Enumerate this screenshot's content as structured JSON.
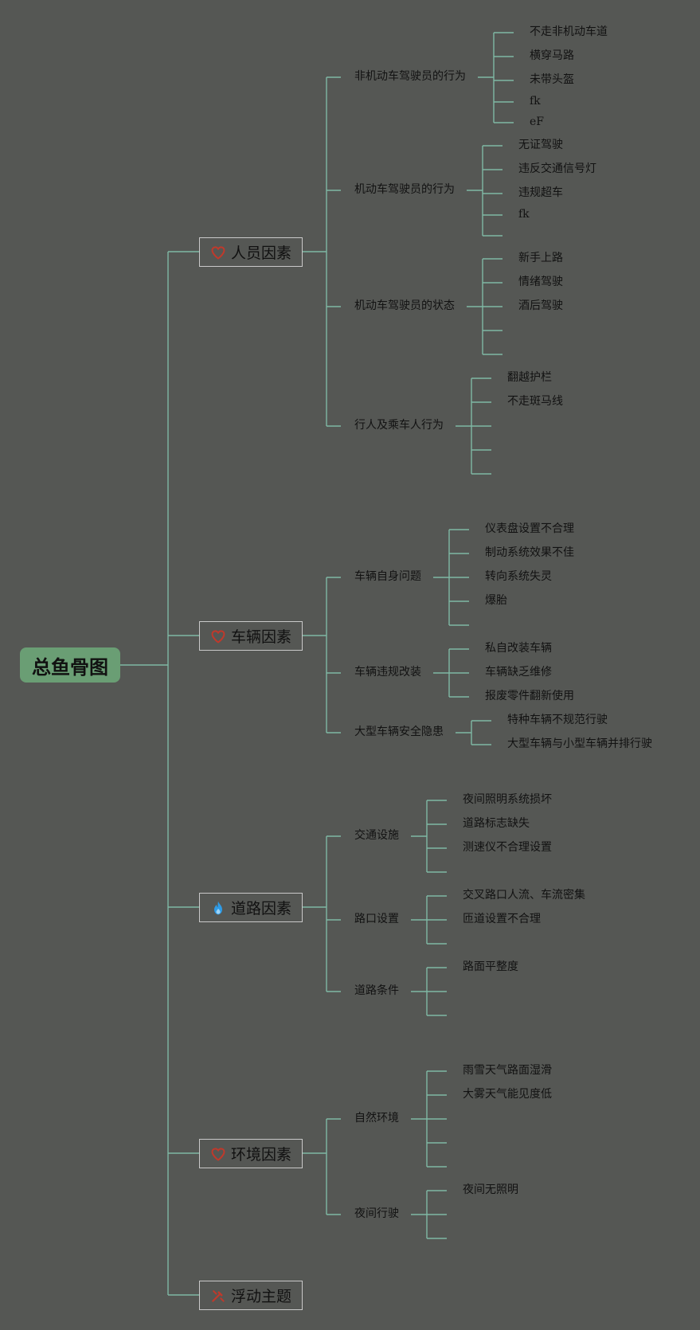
{
  "diagram": {
    "root": "总鱼骨图",
    "categories": [
      {
        "label": "人员因素",
        "icon": "heart-icon",
        "subs": [
          {
            "label": "非机动车驾驶员的行为",
            "leaves": [
              "不走非机动车道",
              "横穿马路",
              "未带头盔",
              "fk",
              "eF"
            ]
          },
          {
            "label": "机动车驾驶员的行为",
            "leaves": [
              "无证驾驶",
              "违反交通信号灯",
              "违规超车",
              "fk",
              ""
            ]
          },
          {
            "label": "机动车驾驶员的状态",
            "leaves": [
              "新手上路",
              "情绪驾驶",
              "酒后驾驶",
              "",
              ""
            ]
          },
          {
            "label": "行人及乘车人行为",
            "leaves": [
              "翻越护栏",
              "不走斑马线",
              "",
              "",
              ""
            ]
          }
        ]
      },
      {
        "label": "车辆因素",
        "icon": "heart-icon",
        "subs": [
          {
            "label": "车辆自身问题",
            "leaves": [
              "仪表盘设置不合理",
              "制动系统效果不佳",
              "转向系统失灵",
              "爆胎",
              ""
            ]
          },
          {
            "label": "车辆违规改装",
            "leaves": [
              "私自改装车辆",
              "车辆缺乏维修",
              "报废零件翻新使用"
            ]
          },
          {
            "label": "大型车辆安全隐患",
            "leaves": [
              "特种车辆不规范行驶",
              "大型车辆与小型车辆并排行驶"
            ]
          }
        ]
      },
      {
        "label": "道路因素",
        "icon": "flame-icon",
        "subs": [
          {
            "label": "交通设施",
            "leaves": [
              "夜间照明系统损坏",
              "道路标志缺失",
              "测速仪不合理设置",
              ""
            ]
          },
          {
            "label": "路口设置",
            "leaves": [
              "交叉路口人流、车流密集",
              "匝道设置不合理",
              ""
            ]
          },
          {
            "label": "道路条件",
            "leaves": [
              "路面平整度",
              "",
              ""
            ]
          }
        ]
      },
      {
        "label": "环境因素",
        "icon": "heart-icon",
        "subs": [
          {
            "label": "自然环境",
            "leaves": [
              "雨雪天气路面湿滑",
              "大雾天气能见度低",
              "",
              "",
              ""
            ]
          },
          {
            "label": "夜间行驶",
            "leaves": [
              "夜间无照明",
              "",
              ""
            ]
          }
        ]
      },
      {
        "label": "浮动主题",
        "icon": "tools-icon",
        "subs": []
      }
    ]
  },
  "colors": {
    "background": "#555754",
    "connector": "#7fb8a4",
    "root_fill": "#6a9e74",
    "node_border": "#c9c9c9",
    "heart_icon": "#c0392b",
    "flame_icon": "#2e9be6",
    "tools_icon": "#c0392b"
  }
}
